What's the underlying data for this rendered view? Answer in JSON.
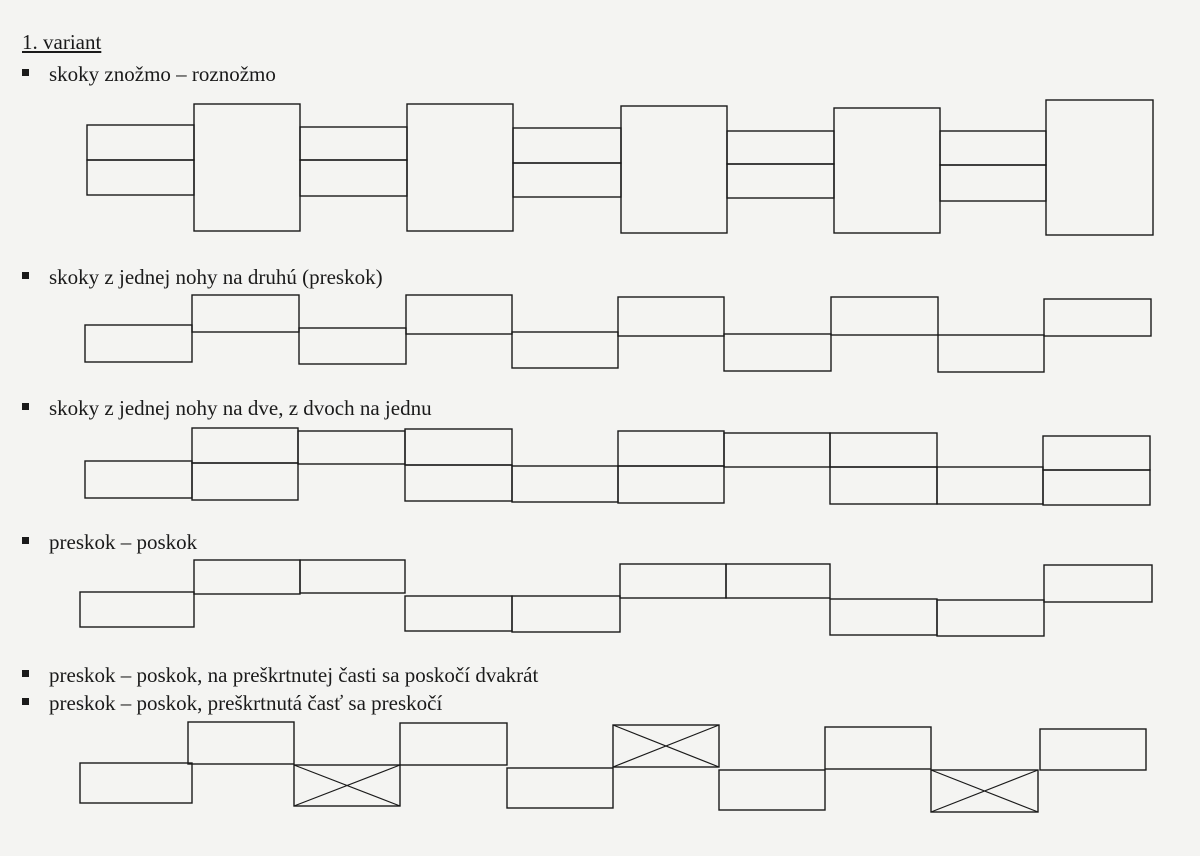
{
  "variant_title": "1. variant",
  "exercises": [
    {
      "label": "skoky znožmo – roznožmo"
    },
    {
      "label": "skoky z jednej nohy na druhú (preskok)"
    },
    {
      "label": "skoky z jednej nohy na dve, z dvoch na jednu"
    },
    {
      "label": "preskok – poskok"
    },
    {
      "label": "preskok – poskok, na preškrtnutej časti sa poskočí dvakrát"
    },
    {
      "label": "preskok – poskok, preškrtnutá časť sa preskočí"
    }
  ]
}
